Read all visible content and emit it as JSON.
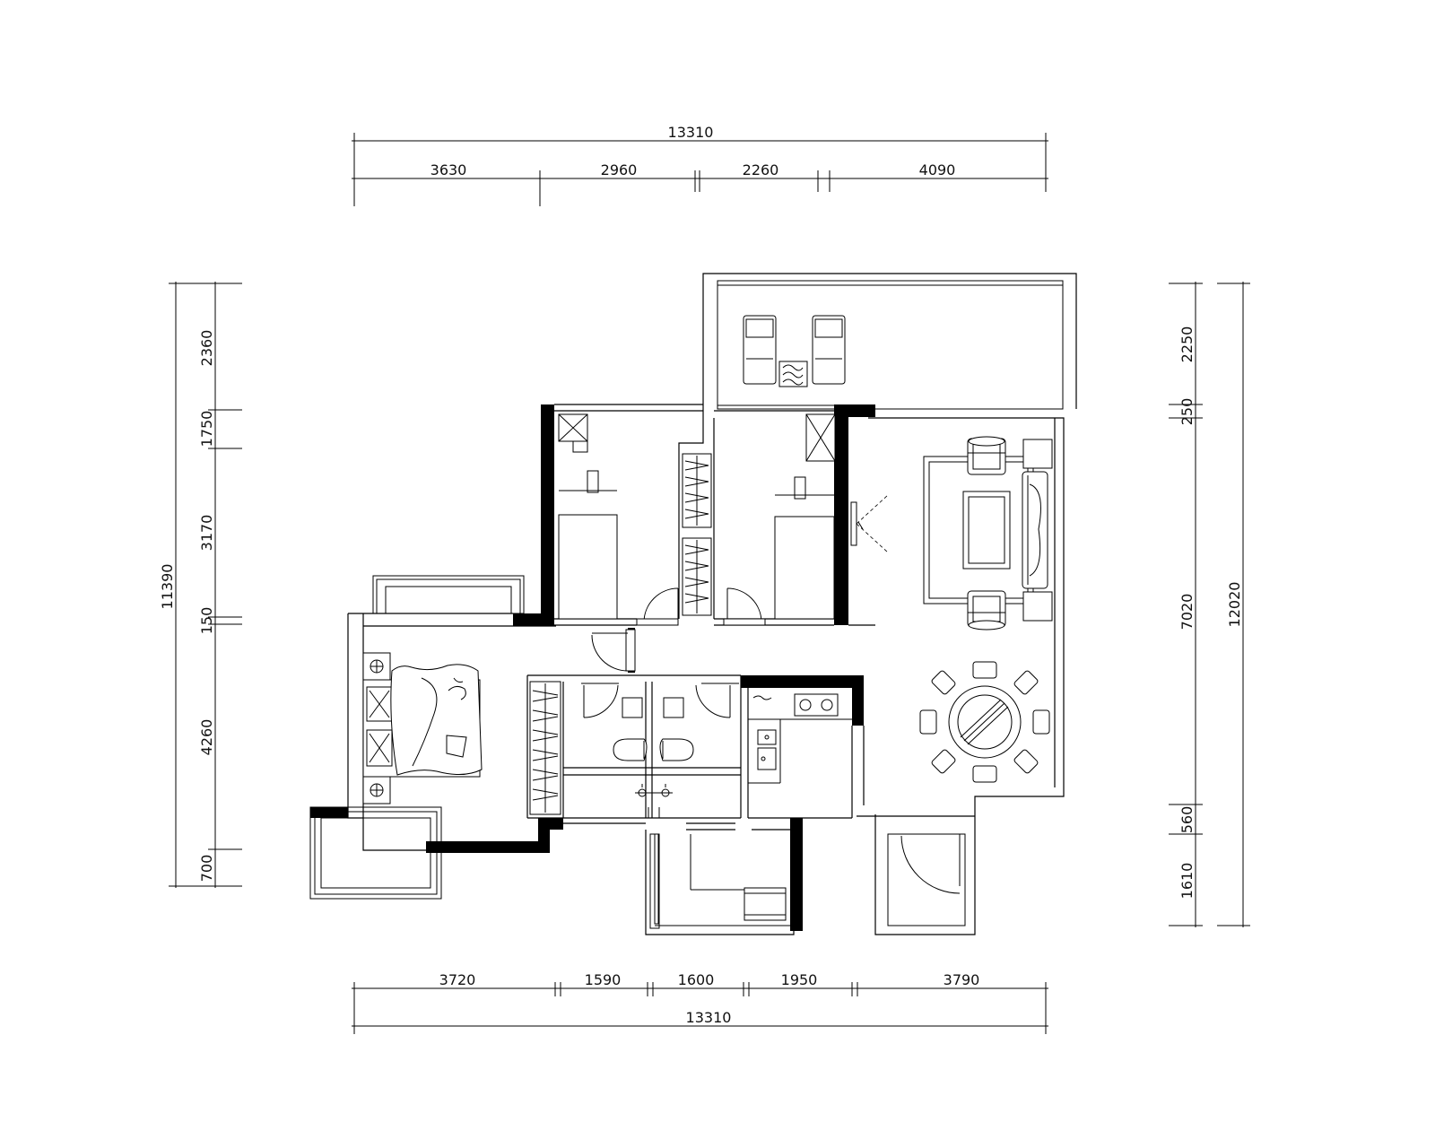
{
  "dimensions": {
    "top_total": "13310",
    "top_segments": [
      "3630",
      "2960",
      "2260",
      "4090"
    ],
    "bottom_total": "13310",
    "bottom_segments": [
      "3720",
      "1590",
      "1600",
      "1950",
      "3790"
    ],
    "left_total": "11390",
    "left_segments": [
      "2360",
      "1750",
      "3170",
      "150",
      "4260",
      "700"
    ],
    "right_total": "12020",
    "right_segments": [
      "2250",
      "250",
      "7020",
      "560",
      "1610"
    ]
  }
}
